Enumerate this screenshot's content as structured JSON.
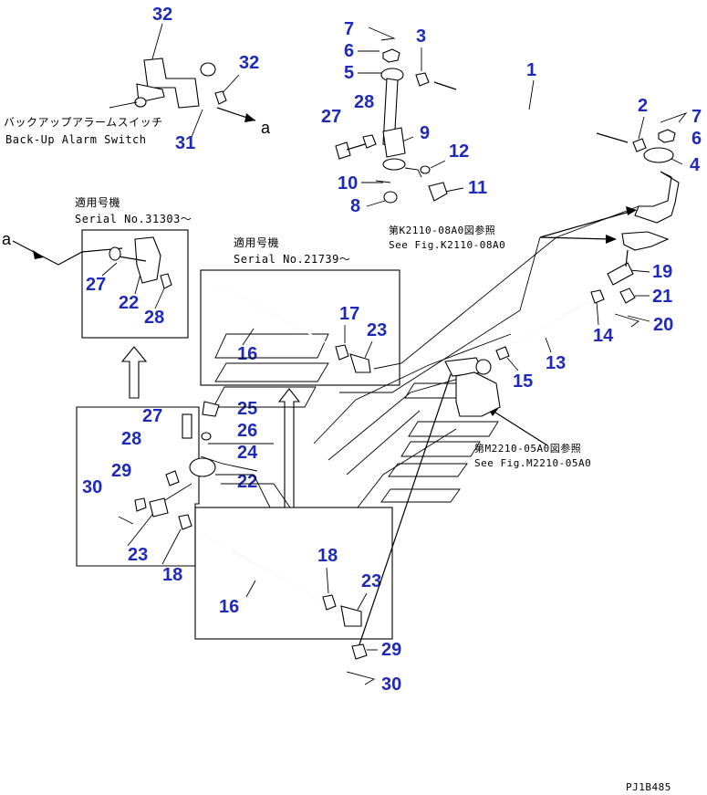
{
  "labels": {
    "backup_jp": "バックアップアラームスイッチ",
    "backup_en": "Back-Up Alarm Switch",
    "serial1_jp": "適用号機",
    "serial1_en": "Serial No.31303～",
    "serial2_jp": "適用号機",
    "serial2_en": "Serial No.21739～",
    "figk_jp": "第K2110-08A0図参照",
    "figk_en": "See Fig.K2110-08A0",
    "figm_jp": "第M2210-05A0図参照",
    "figm_en": "See Fig.M2210-05A0",
    "ref_a1": "a",
    "ref_a2": "a",
    "drawing_code": "PJ1B485"
  },
  "callouts": [
    {
      "id": "c32a",
      "text": "32"
    },
    {
      "id": "c32b",
      "text": "32"
    },
    {
      "id": "c31",
      "text": "31"
    },
    {
      "id": "c7a",
      "text": "7"
    },
    {
      "id": "c6a",
      "text": "6"
    },
    {
      "id": "c3",
      "text": "3"
    },
    {
      "id": "c5",
      "text": "5"
    },
    {
      "id": "c1",
      "text": "1"
    },
    {
      "id": "c2",
      "text": "2"
    },
    {
      "id": "c7b",
      "text": "7"
    },
    {
      "id": "c6b",
      "text": "6"
    },
    {
      "id": "c4",
      "text": "4"
    },
    {
      "id": "c27a",
      "text": "27"
    },
    {
      "id": "c28a",
      "text": "28"
    },
    {
      "id": "c9",
      "text": "9"
    },
    {
      "id": "c12",
      "text": "12"
    },
    {
      "id": "c10",
      "text": "10"
    },
    {
      "id": "c11",
      "text": "11"
    },
    {
      "id": "c8",
      "text": "8"
    },
    {
      "id": "c27b",
      "text": "27"
    },
    {
      "id": "c22a",
      "text": "22"
    },
    {
      "id": "c28b",
      "text": "28"
    },
    {
      "id": "c16a",
      "text": "16"
    },
    {
      "id": "c17",
      "text": "17"
    },
    {
      "id": "c23a",
      "text": "23"
    },
    {
      "id": "c19",
      "text": "19"
    },
    {
      "id": "c21",
      "text": "21"
    },
    {
      "id": "c14",
      "text": "14"
    },
    {
      "id": "c20",
      "text": "20"
    },
    {
      "id": "c13",
      "text": "13"
    },
    {
      "id": "c15",
      "text": "15"
    },
    {
      "id": "c27c",
      "text": "27"
    },
    {
      "id": "c25",
      "text": "25"
    },
    {
      "id": "c26",
      "text": "26"
    },
    {
      "id": "c24",
      "text": "24"
    },
    {
      "id": "c28c",
      "text": "28"
    },
    {
      "id": "c22b",
      "text": "22"
    },
    {
      "id": "c29a",
      "text": "29"
    },
    {
      "id": "c30a",
      "text": "30"
    },
    {
      "id": "c23b",
      "text": "23"
    },
    {
      "id": "c18a",
      "text": "18"
    },
    {
      "id": "c18b",
      "text": "18"
    },
    {
      "id": "c16b",
      "text": "16"
    },
    {
      "id": "c23c",
      "text": "23"
    },
    {
      "id": "c29b",
      "text": "29"
    },
    {
      "id": "c30b",
      "text": "30"
    }
  ]
}
